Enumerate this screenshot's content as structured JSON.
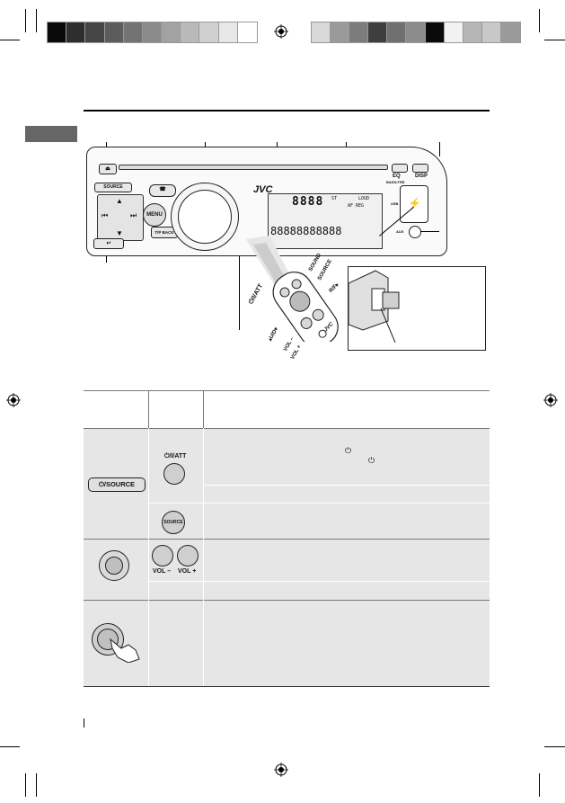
{
  "color_bar": {
    "left": [
      "#0a0a0a",
      "#2e2e2e",
      "#454545",
      "#5c5c5c",
      "#737373",
      "#8a8a8a",
      "#a2a2a2",
      "#b9b9b9",
      "#d0d0d0",
      "#e7e7e7",
      "#ffffff"
    ],
    "right": [
      "#d8d8d8",
      "#9a9a9a",
      "#7c7c7c",
      "#3e3e3e",
      "#707070",
      "#8c8c8c",
      "#0a0a0a",
      "#f2f2f2",
      "#b6b6b6",
      "#c8c8c8",
      "#9a9a9a"
    ]
  },
  "unit": {
    "brand": "JVC",
    "disp_label": "DISP",
    "eq_label": "EQ",
    "bass_treble_label": "BASS•TRE",
    "usb_label": "USB",
    "aux_label": "AUX",
    "menu_label": "MENU",
    "source_label": "SOURCE",
    "tp_back_label": "T/P BACK",
    "lcd_top_text": "8888",
    "lcd_st_label": "ST",
    "lcd_loud_label": "LOUD",
    "lcd_af_reg": "AF REG",
    "lcd_bottom_text": "88888888888"
  },
  "remote": {
    "power_att_label": "⏻/I/ATT",
    "sound_label": "SOUND",
    "source_label": "SOURCE",
    "rf_label": "R/F▸",
    "ud_label": "▴U/D▾",
    "vol_minus_label": "VOL –",
    "vol_plus_label": "VOL +",
    "brand": "JVC"
  },
  "table": {
    "power_att_label": "⏻/I/ATT",
    "power_icon": "⏻",
    "source_button_label": "⏻/SOURCE",
    "source_round_label": "SOURCE",
    "vol_minus_label": "VOL –",
    "vol_plus_label": "VOL +"
  }
}
